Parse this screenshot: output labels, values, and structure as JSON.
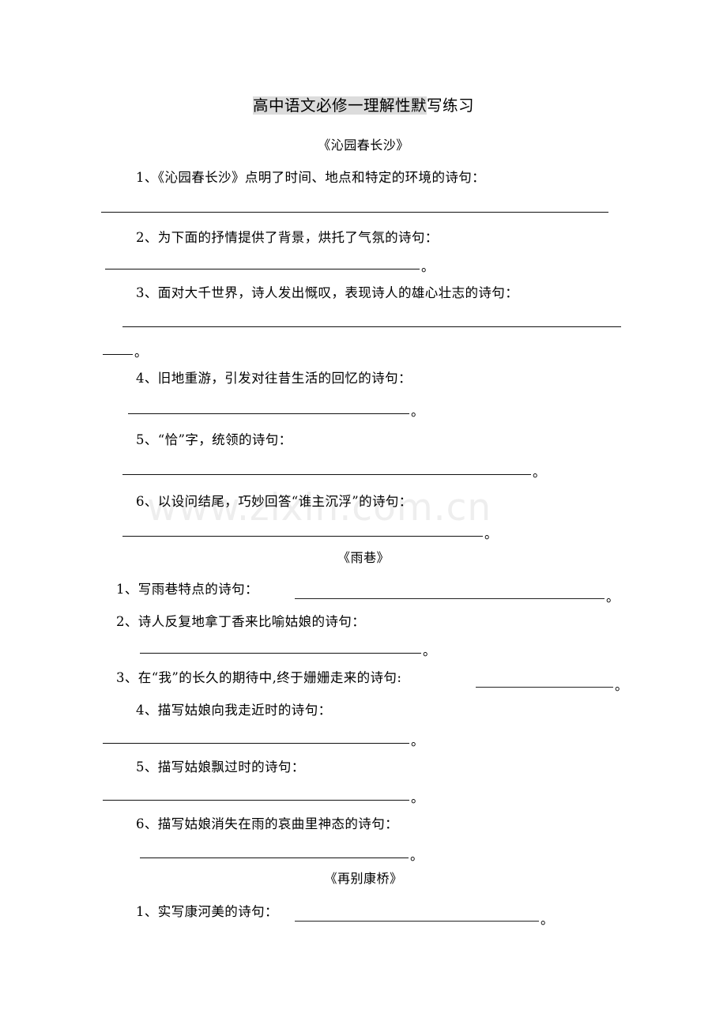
{
  "document": {
    "title_plain": "高中语文必修一理解性默写练习",
    "title_highlighted": "高中语文必修一理解性默",
    "title_tail": "写练习",
    "watermark": "www.zixin.com.cn",
    "period_mark": "。"
  },
  "sections": [
    {
      "heading": "《沁园春长沙》",
      "questions": [
        {
          "number": "1",
          "text": "1、《沁园春长沙》点明了时间、地点和特定的环境的诗句："
        },
        {
          "number": "2",
          "text": "2、为下面的抒情提供了背景，烘托了气氛的诗句："
        },
        {
          "number": "3",
          "text": "3、面对大千世界，诗人发出慨叹，表现诗人的雄心壮志的诗句："
        },
        {
          "number": "4",
          "text": "4、旧地重游，引发对往昔生活的回忆的诗句："
        },
        {
          "number": "5",
          "text": "5、“恰”字，统领的诗句："
        },
        {
          "number": "6",
          "text": "6、以设问结尾，巧妙回答“谁主沉浮”的诗句："
        }
      ]
    },
    {
      "heading": "《雨巷》",
      "questions": [
        {
          "number": "1",
          "text": "1、写雨巷特点的诗句："
        },
        {
          "number": "2",
          "text": "2、诗人反复地拿丁香来比喻姑娘的诗句："
        },
        {
          "number": "3",
          "text": "3、在“我”的长久的期待中,终于姗姗走来的诗句:"
        },
        {
          "number": "4",
          "text": "4、描写姑娘向我走近时的诗句："
        },
        {
          "number": "5",
          "text": "5、描写姑娘飘过时的诗句："
        },
        {
          "number": "6",
          "text": "6、描写姑娘消失在雨的哀曲里神态的诗句："
        }
      ]
    },
    {
      "heading": "《再别康桥》",
      "questions": [
        {
          "number": "1",
          "text": "1、实写康河美的诗句："
        }
      ]
    }
  ]
}
